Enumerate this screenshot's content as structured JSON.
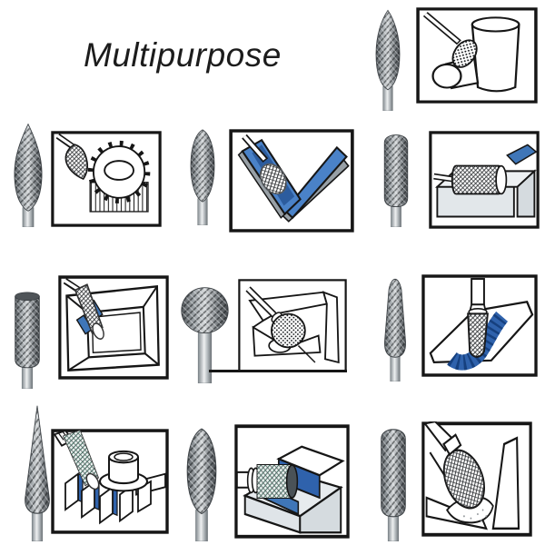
{
  "page": {
    "title": "Multipurpose",
    "background": "#ffffff"
  },
  "colors": {
    "accent_blue": "#3f76b8",
    "dark_blue": "#2c5c9e",
    "rib_blue": "#16407e",
    "steel_gray": "#98a0a6",
    "block_gray": "#e2e7ea",
    "line_black": "#161616",
    "metal_dark": "#53585c",
    "metal_light": "#d8dbdd"
  },
  "cells": [
    {
      "id": "top-right",
      "burr": "oval-flame-burr",
      "scene": "pipe-joint-deburring"
    },
    {
      "id": "r1c1",
      "burr": "pointed-tree-burr",
      "scene": "gear-teeth-deburring"
    },
    {
      "id": "r1c2",
      "burr": "flame-burr",
      "scene": "v-groove-finishing"
    },
    {
      "id": "r1c3",
      "burr": "cylinder-round-end-burr",
      "scene": "channel-milling"
    },
    {
      "id": "r2c1",
      "burr": "flat-end-cylinder-burr",
      "scene": "frame-edge-chamfering"
    },
    {
      "id": "r2c2",
      "burr": "ball-burr",
      "scene": "inner-corner-grinding"
    },
    {
      "id": "r2c3",
      "burr": "taper-round-nose-burr",
      "scene": "fillet-channel-grinding"
    },
    {
      "id": "r3c1",
      "burr": "cone-point-burr",
      "scene": "heat-sink-fin-grinding"
    },
    {
      "id": "r3c2",
      "burr": "oval-burr",
      "scene": "step-block-grinding"
    },
    {
      "id": "r3c3",
      "burr": "round-nose-cylinder-burr",
      "scene": "rounded-pocket-grinding"
    }
  ]
}
